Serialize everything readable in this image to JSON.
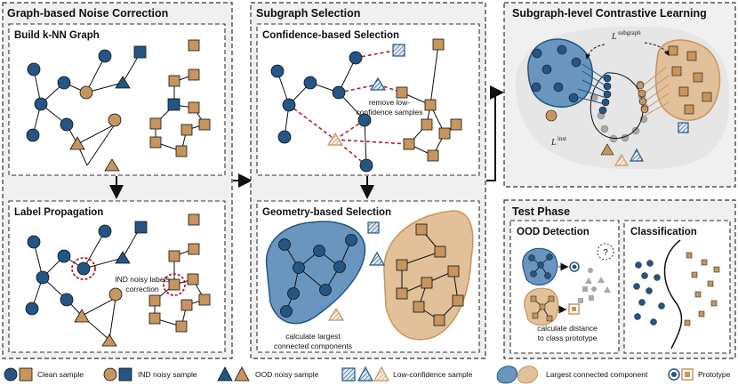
{
  "colors": {
    "clean_blue": "#235684",
    "clean_orange": "#c8955e",
    "panel_bg": "#f0f0f0",
    "edge_red": "#b01e2e",
    "component_blue": "#6a95bf",
    "component_orange": "#e1c09a"
  },
  "panels": {
    "noise_correction": {
      "title": "Graph-based Noise Correction",
      "knn_title": "Build k-NN Graph",
      "propagation_title": "Label Propagation",
      "annotation_line1": "IND noisy labels",
      "annotation_line2": "correction"
    },
    "subgraph_selection": {
      "title": "Subgraph Selection",
      "confidence_title": "Confidence-based Selection",
      "confidence_note_line1": "remove low-",
      "confidence_note_line2": "confidence samples",
      "geometry_title": "Geometry-based Selection",
      "geometry_note_line1": "calculate largest",
      "geometry_note_line2": "connected components"
    },
    "contrastive": {
      "title": "Subgraph-level Contrastive Learning",
      "loss_subgraph_symbol": "L",
      "loss_subgraph_sup": "subgraph",
      "loss_inst_symbol": "L",
      "loss_inst_sup": "inst"
    },
    "test_phase": {
      "title": "Test Phase",
      "ood_title": "OOD Detection",
      "ood_note_line1": "calculate distance",
      "ood_note_line2": "to class prototype",
      "question_mark": "?",
      "classification_title": "Classification"
    }
  },
  "legend": [
    {
      "label": "Clean sample"
    },
    {
      "label": "IND noisy sample"
    },
    {
      "label": "OOD noisy sample"
    },
    {
      "label": "Low-confidence sample"
    },
    {
      "label": "Largest connected component"
    },
    {
      "label": "Prototype"
    }
  ]
}
